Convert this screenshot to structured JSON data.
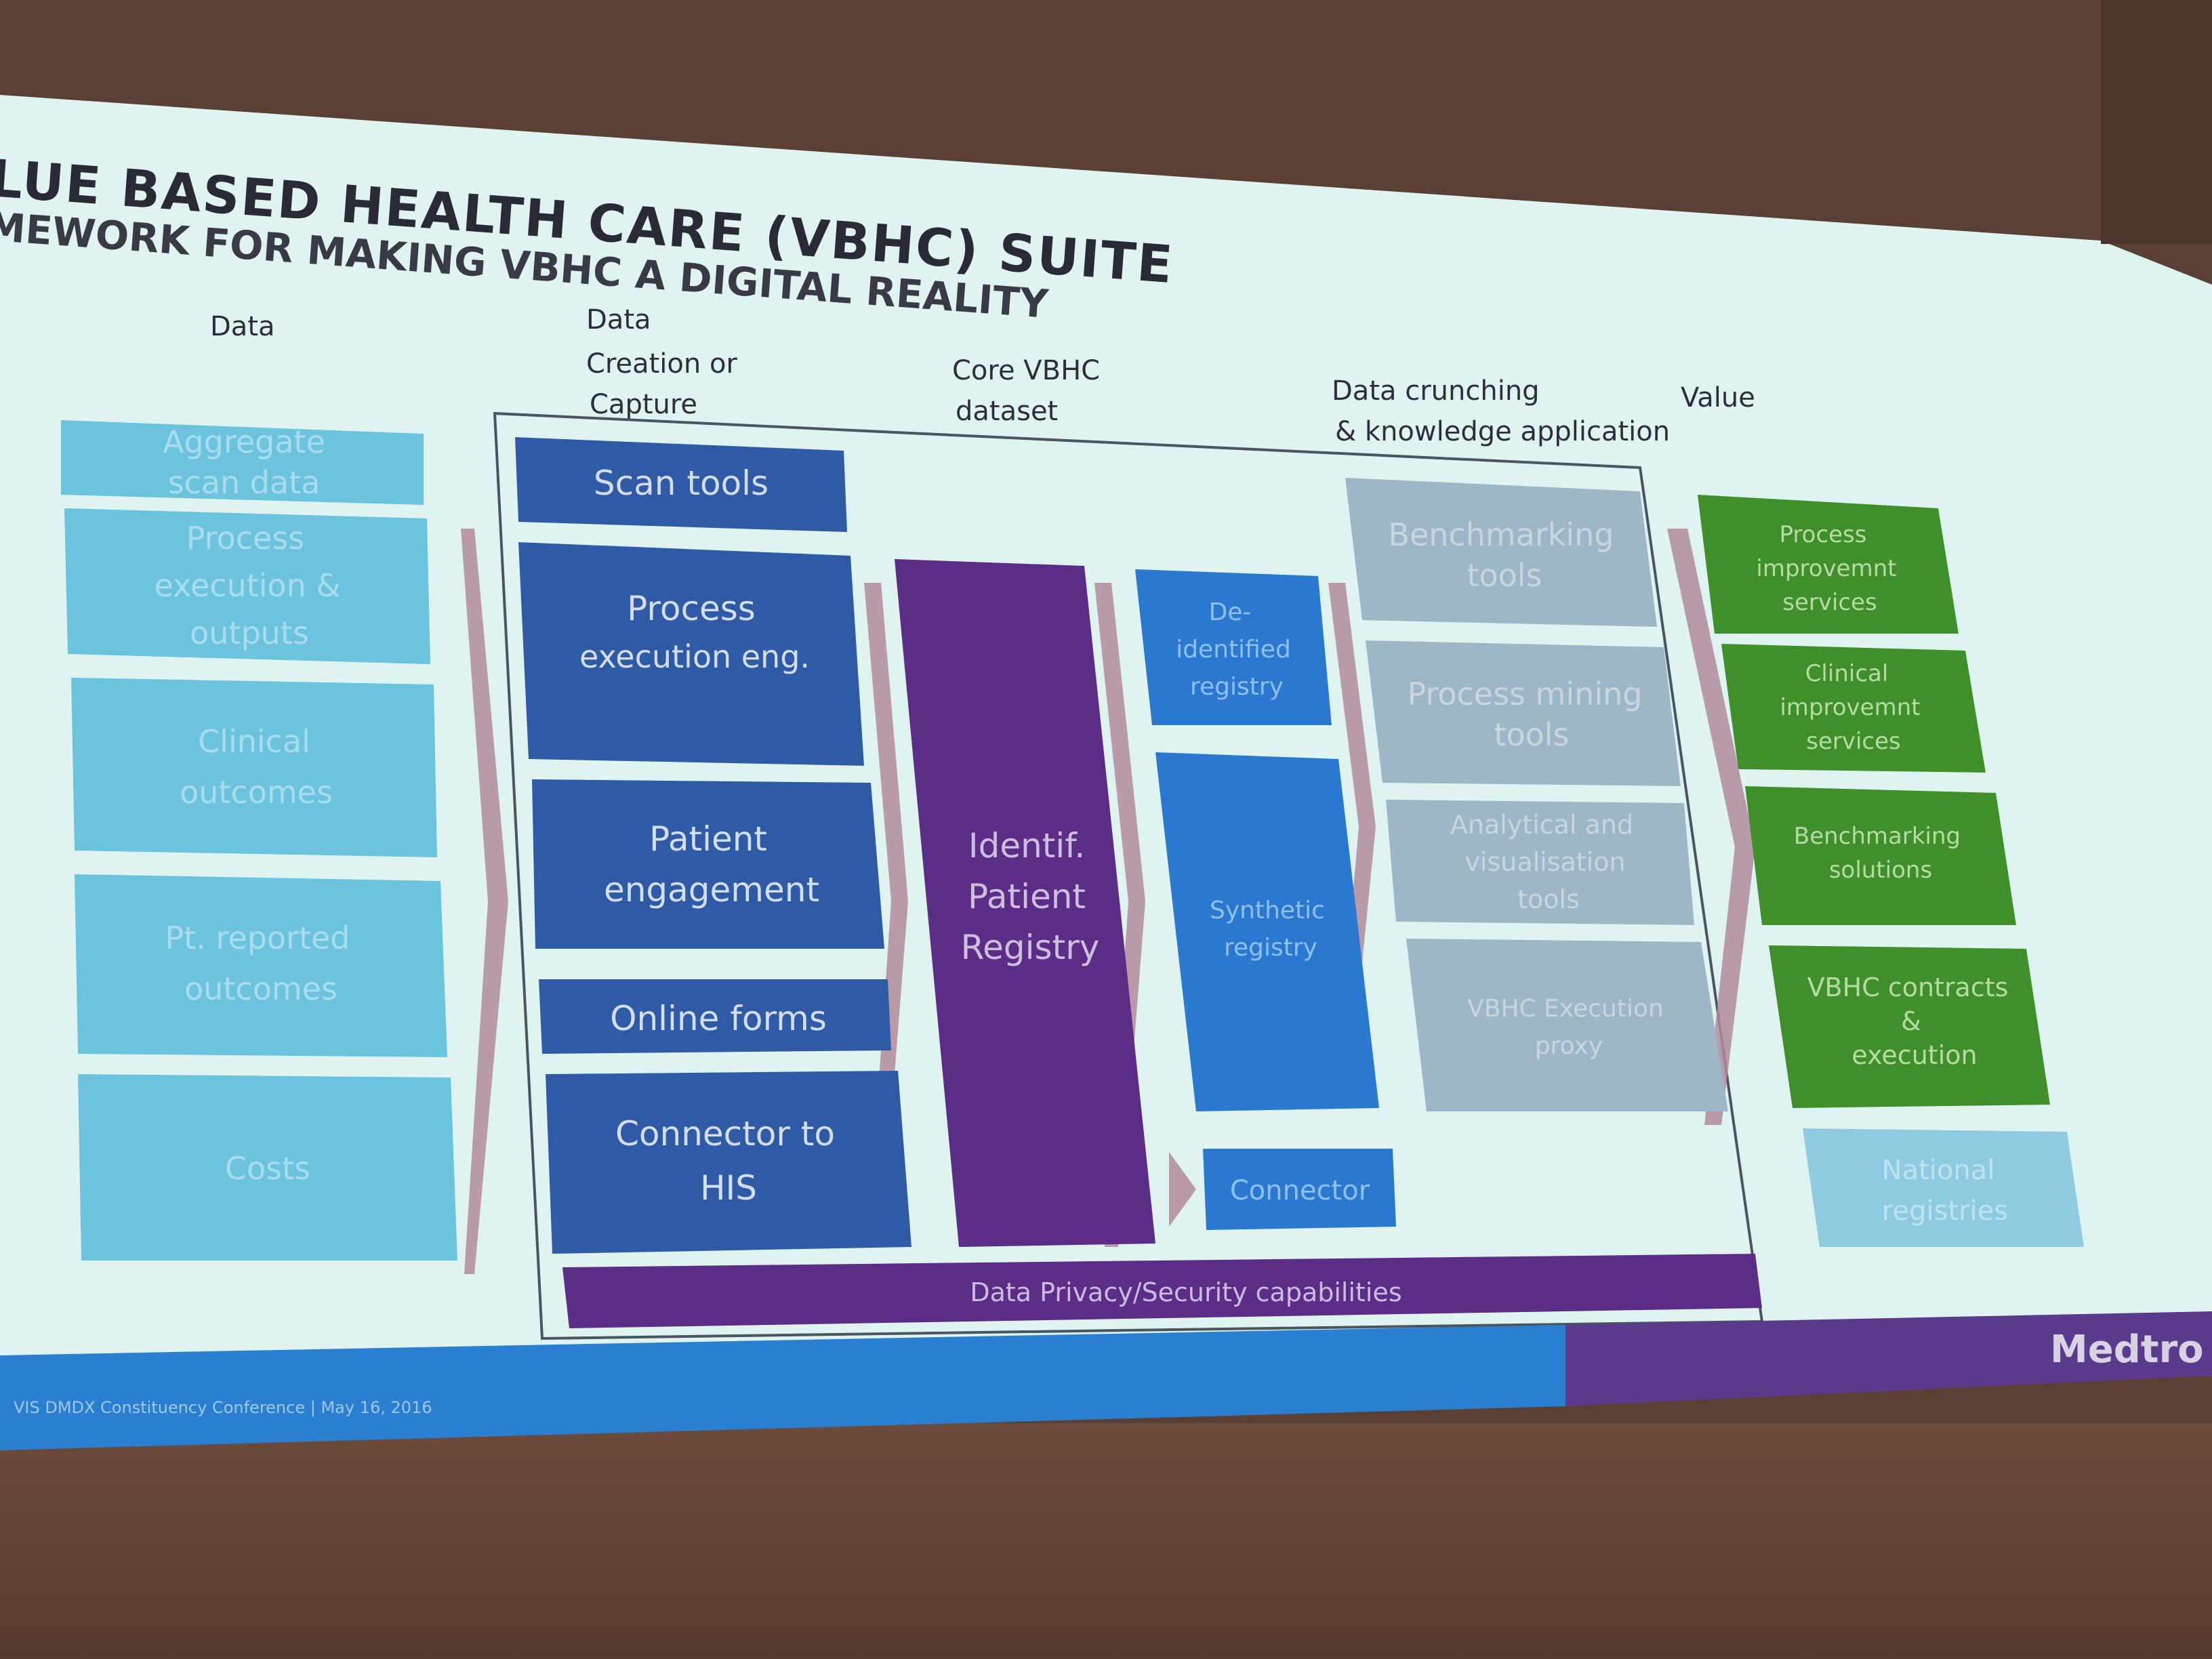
{
  "slide": {
    "title": "LUE BASED HEALTH CARE (VBHC)  SUITE",
    "subtitle": "MEWORK FOR MAKING VBHC A DIGITAL REALITY",
    "brand": "Medtro",
    "footer_text": "VIS DMDX Constituency Conference  |  May 16, 2016"
  },
  "columns": {
    "data": "Data",
    "creation_line1": "Data",
    "creation_line2": "Creation or",
    "creation_line3": "Capture",
    "core_line1": "Core VBHC",
    "core_line2": "dataset",
    "crunch_line1": "Data crunching",
    "crunch_line2": "& knowledge application",
    "value": "Value"
  },
  "data_boxes": [
    {
      "l1": "Aggregate",
      "l2": "scan data",
      "l3": ""
    },
    {
      "l1": "Process",
      "l2": "execution &",
      "l3": "outputs"
    },
    {
      "l1": "Clinical",
      "l2": "outcomes",
      "l3": ""
    },
    {
      "l1": "Pt. reported",
      "l2": "outcomes",
      "l3": ""
    },
    {
      "l1": "Costs",
      "l2": "",
      "l3": ""
    }
  ],
  "capture_boxes": [
    {
      "l1": "Scan tools",
      "l2": ""
    },
    {
      "l1": "Process",
      "l2": "execution eng."
    },
    {
      "l1": "Patient",
      "l2": "engagement"
    },
    {
      "l1": "Online forms",
      "l2": ""
    },
    {
      "l1": "Connector to",
      "l2": "HIS"
    }
  ],
  "registry": {
    "l1": "Identif.",
    "l2": "Patient",
    "l3": "Registry"
  },
  "core_boxes": [
    {
      "l1": "De-",
      "l2": "identified",
      "l3": "registry"
    },
    {
      "l1": "Synthetic",
      "l2": "registry",
      "l3": ""
    },
    {
      "l1": "Connector",
      "l2": "",
      "l3": ""
    }
  ],
  "crunch_boxes": [
    {
      "l1": "Benchmarking",
      "l2": "tools",
      "l3": ""
    },
    {
      "l1": "Process mining",
      "l2": "tools",
      "l3": ""
    },
    {
      "l1": "Analytical and",
      "l2": "visualisation",
      "l3": "tools"
    },
    {
      "l1": "VBHC Execution",
      "l2": "proxy",
      "l3": ""
    }
  ],
  "value_boxes": [
    {
      "l1": "Process",
      "l2": "improvemnt",
      "l3": "services"
    },
    {
      "l1": "Clinical",
      "l2": "improvemnt",
      "l3": "services"
    },
    {
      "l1": "Benchmarking",
      "l2": "solutions",
      "l3": ""
    },
    {
      "l1": "VBHC contracts",
      "l2": "&",
      "l3": "execution"
    },
    {
      "l1": "National",
      "l2": "registries",
      "l3": ""
    }
  ],
  "privacy_bar": "Data Privacy/Security capabilities",
  "colors": {
    "slide_bg": "#dff4f0",
    "data_box": "#6cc3dd",
    "capture_box": "#2e5aa6",
    "registry": "#5b2d86",
    "core_box": "#2a78d0",
    "crunch_box": "#9db7c6",
    "value_box": "#3f8f2a",
    "footer_blue": "#2a7fd0",
    "footer_purple": "#5a3a8a"
  }
}
